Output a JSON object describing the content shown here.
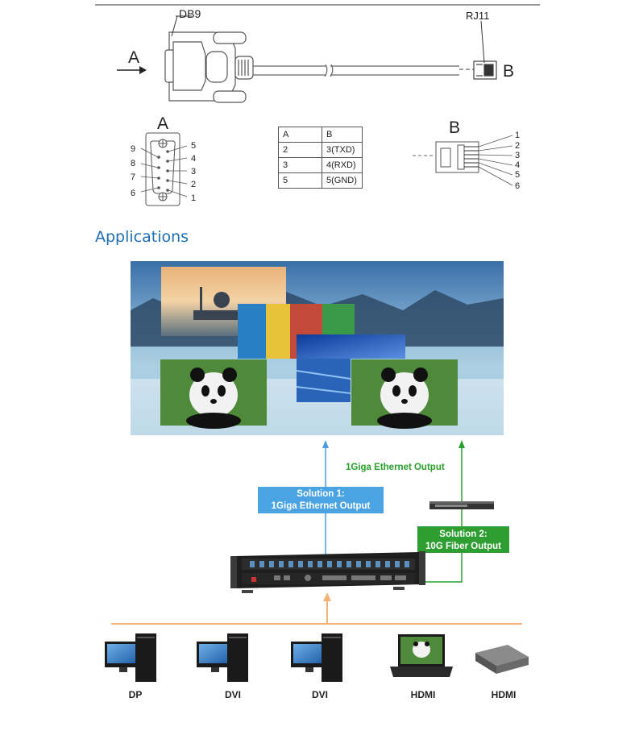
{
  "cable": {
    "db9_label": "DB9",
    "rj11_label": "RJ11",
    "end_a": "A",
    "end_b": "B",
    "db9_pins_left": [
      "9",
      "8",
      "7",
      "6"
    ],
    "db9_pins_right": [
      "5",
      "4",
      "3",
      "2",
      "1"
    ],
    "rj11_pins": [
      "1",
      "2",
      "3",
      "4",
      "5",
      "6"
    ]
  },
  "pin_table": {
    "header": [
      "A",
      "B"
    ],
    "rows": [
      [
        "2",
        "3(TXD)"
      ],
      [
        "3",
        "4(RXD)"
      ],
      [
        "5",
        "5(GND)"
      ]
    ]
  },
  "applications": {
    "title": "Applications",
    "ethernet_top_label": "1Giga Ethernet Output",
    "solution1": {
      "line1": "Solution 1:",
      "line2": "1Giga Ethernet Output"
    },
    "solution2": {
      "line1": "Solution 2:",
      "line2": "10G Fiber Output"
    },
    "sources": [
      "DP",
      "DVI",
      "DVI",
      "HDMI",
      "HDMI"
    ]
  },
  "colors": {
    "title_blue": "#1f6fb5",
    "arrow_blue": "#4a9fdc",
    "solution1_bg": "#4aa3e3",
    "arrow_green": "#2aa12a",
    "solution2_bg": "#2f9e32",
    "arrow_orange": "#f2b474"
  }
}
